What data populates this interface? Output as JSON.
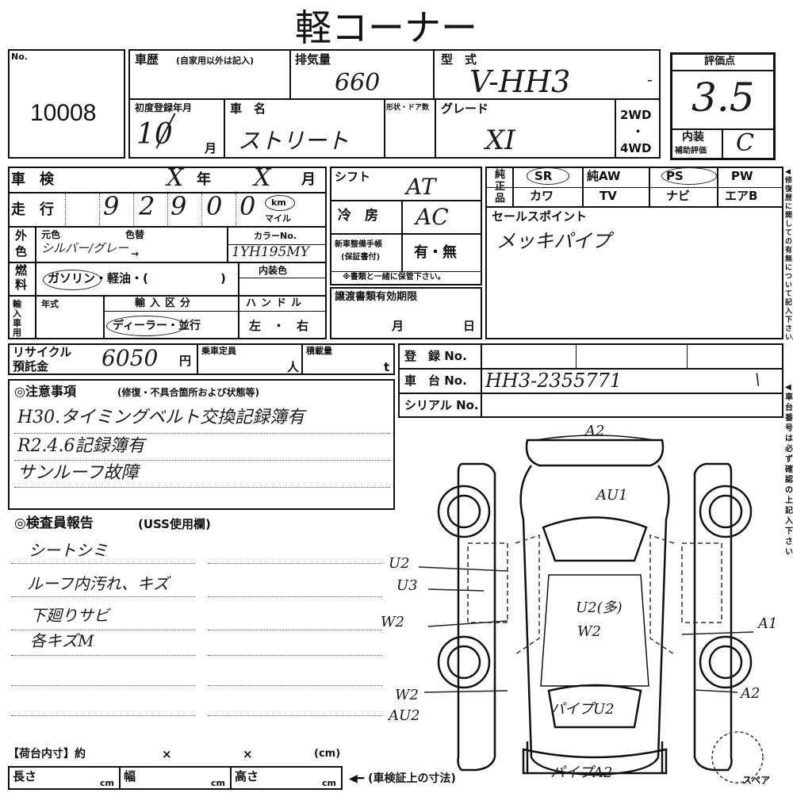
{
  "header": {
    "title": "軽コーナー"
  },
  "top": {
    "no_label": "No.",
    "no_value": "10008",
    "history_label": "車歴",
    "history_note": "(自家用以外は記入)",
    "displacement_label": "排気量",
    "displacement_value": "660",
    "model_label": "型　式",
    "model_value": "V-HH3",
    "model_tail": "-",
    "first_reg_label": "初度登録年月",
    "first_reg_value": "10",
    "first_reg_month_label": "月",
    "name_label": "車　名",
    "name_value": "ストリート",
    "shape_label": "形状・ドア数",
    "grade_label": "グレード",
    "grade_value": "XI",
    "drive_2wd": "2WD",
    "drive_dot": "・",
    "drive_4wd": "4WD",
    "score_label": "評価点",
    "score_value": "3.5",
    "interior_label": "内装",
    "interior_sub": "補助評価",
    "interior_value": "C"
  },
  "mid": {
    "inspection_label": "車　検",
    "inspection_year_mark": "X",
    "year_label": "年",
    "inspection_month_mark": "X",
    "month_label": "月",
    "mileage_label": "走　行",
    "mileage_digits": [
      "9",
      "2",
      "9",
      "0",
      "0"
    ],
    "mileage_unit_km": "km",
    "mileage_unit_mile": "マイル",
    "color_label_1": "外",
    "color_label_2": "色",
    "orig_color_label": "元色",
    "repaint_label": "色替",
    "color_value": "シルバー/グレー",
    "color_arrow": "→",
    "color_no_label": "カラーNo.",
    "color_no_value": "1YH195MY",
    "fuel_label_1": "燃",
    "fuel_label_2": "料",
    "fuel_text": "ガソリン・軽油・(",
    "fuel_close": ")",
    "interior_color_label": "内装色",
    "import_label": "輸入車用",
    "year_type_label": "年式",
    "import_div_label": "輸入区分",
    "import_div_value": "ディーラー・並行",
    "handle_label": "ハンドル",
    "handle_value": "左　・　右",
    "shift_label": "シフト",
    "shift_value": "AT",
    "ac_label": "冷　房",
    "ac_value": "AC",
    "maint_label_1": "新車整備手帳",
    "maint_label_2": "(保証書付)",
    "maint_value": "有・無",
    "maint_note": "※書類と一緒に保管下さい。",
    "transfer_label": "譲渡書類有効期限",
    "transfer_month": "月",
    "transfer_day": "日",
    "genuine_label": "純正品",
    "equipment": [
      "SR",
      "純AW",
      "PS",
      "PW",
      "カワ",
      "TV",
      "ナビ",
      "エアB"
    ],
    "sales_label": "セールスポイント",
    "sales_value": "メッキパイプ"
  },
  "fees": {
    "recycle_label_1": "リサイクル",
    "recycle_label_2": "預託金",
    "recycle_value": "6050",
    "recycle_unit": "円",
    "capacity_label": "乗車定員",
    "capacity_unit": "人",
    "load_label": "積載量",
    "load_unit": "t",
    "reg_no_label": "登　録 No.",
    "chassis_label": "車　台 No.",
    "chassis_value": "HH3-2355771",
    "serial_label": "シリアル No."
  },
  "notes": {
    "title": "◎注意事項",
    "subtitle": "(修復・不具合箇所および状態等)",
    "lines": [
      "H30.タイミングベルト交換記録簿有",
      "R2.4.6記録簿有",
      "サンルーフ故障"
    ]
  },
  "inspector": {
    "title": "◎検査員報告",
    "subtitle": "(USS使用欄)",
    "lines": [
      "シートシミ",
      "ルーフ内汚れ、キズ",
      "下廻りサビ",
      "各キズM"
    ]
  },
  "diagram": {
    "marks": [
      "A2",
      "AU1",
      "U2",
      "U3",
      "W2",
      "U2(多)",
      "W2",
      "A1",
      "A2",
      "W2",
      "AU2",
      "パイプU2",
      "パイプA2"
    ],
    "spare_label": "スペア"
  },
  "bottom": {
    "cargo_label": "【荷台内寸】約",
    "x1": "×",
    "x2": "×",
    "cm_label": "(cm)",
    "length_label": "長さ",
    "width_label": "幅",
    "height_label": "高さ",
    "cm": "cm",
    "note": "◀━ (車検証上の寸法)"
  },
  "side_notes": {
    "note_1": "◀修復歴に関しての有無について記入下さい。",
    "note_2": "◀車台番号は必ず確認の上記入下さい。"
  }
}
